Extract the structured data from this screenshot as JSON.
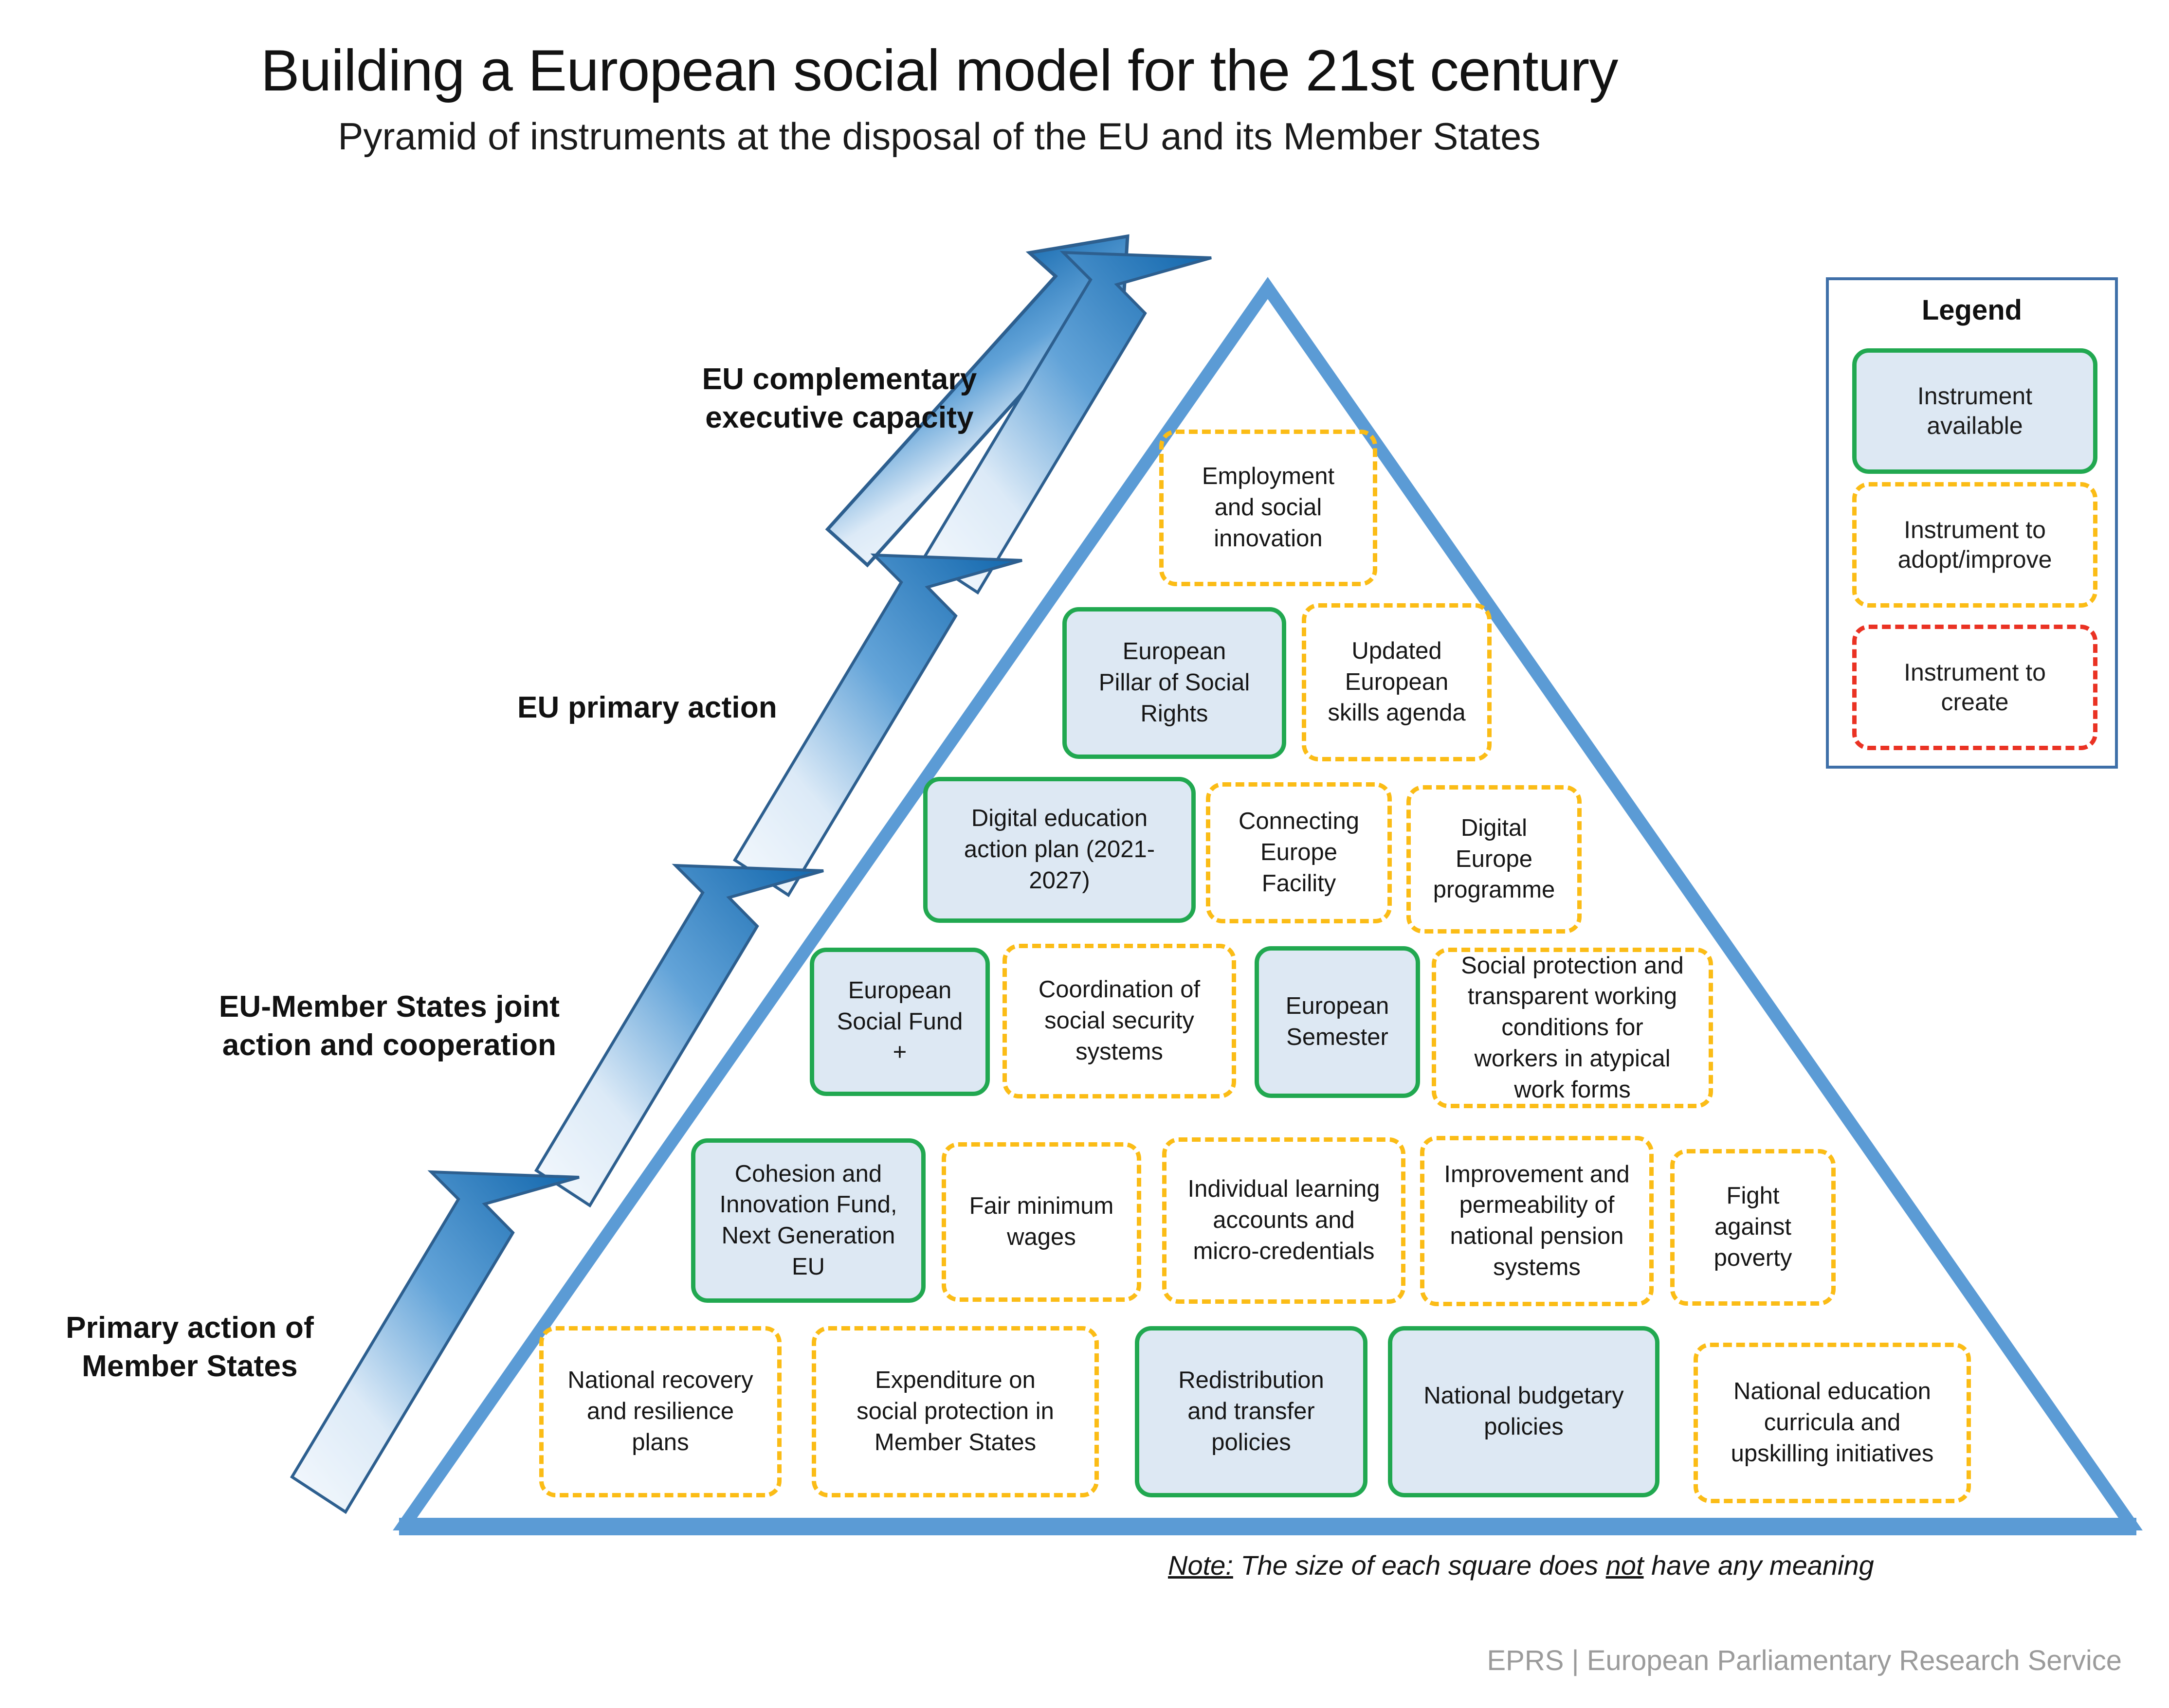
{
  "header": {
    "title": "Building a European social model for the 21st century",
    "subtitle": "Pyramid of instruments at the disposal of the EU and its Member States"
  },
  "sections": [
    {
      "id": "eu-complementary-executive-capacity",
      "label": "EU complementary\nexecutive capacity"
    },
    {
      "id": "eu-primary-action",
      "label": "EU primary action"
    },
    {
      "id": "eu-member-states-joint-action",
      "label": "EU-Member States joint\naction and cooperation"
    },
    {
      "id": "primary-action-member-states",
      "label": "Primary action of\nMember States"
    }
  ],
  "section_labels": {
    "exec_line1": "EU complementary",
    "exec_line2": "executive capacity",
    "primary": "EU primary action",
    "joint_line1": "EU-Member States joint",
    "joint_line2": "action and cooperation",
    "ms_line1": "Primary action of",
    "ms_line2": "Member States"
  },
  "legend": {
    "title": "Legend",
    "items": [
      {
        "status": "available",
        "label": "Instrument\navailable",
        "color": "#21a850"
      },
      {
        "status": "adopt",
        "label": "Instrument to\nadopt/improve",
        "color": "#fbbc16"
      },
      {
        "status": "create",
        "label": "Instrument to\ncreate",
        "color": "#ea3223"
      }
    ],
    "available_label": "Instrument available",
    "adopt_label": "Instrument to adopt/improve",
    "create_label": "Instrument to create"
  },
  "rows": [
    {
      "tier": "EU complementary executive capacity",
      "boxes": [
        {
          "label": "Employment and social innovation",
          "status": "adopt"
        }
      ]
    },
    {
      "tier": "EU primary action",
      "boxes": [
        {
          "label": "European Pillar of Social Rights",
          "status": "available"
        },
        {
          "label": "Updated European skills agenda",
          "status": "adopt"
        }
      ]
    },
    {
      "tier": "EU primary action",
      "boxes": [
        {
          "label": "Digital education action plan (2021-2027)",
          "status": "available"
        },
        {
          "label": "Connecting Europe Facility",
          "status": "adopt"
        },
        {
          "label": "Digital Europe programme",
          "status": "adopt"
        }
      ]
    },
    {
      "tier": "EU-Member States joint action and cooperation",
      "boxes": [
        {
          "label": "European Social Fund +",
          "status": "available"
        },
        {
          "label": "Coordination of social security systems",
          "status": "adopt"
        },
        {
          "label": "European Semester",
          "status": "available"
        },
        {
          "label": "Social protection and transparent working conditions for workers in atypical work forms",
          "status": "adopt"
        }
      ]
    },
    {
      "tier": "EU-Member States joint action and cooperation",
      "boxes": [
        {
          "label": "Cohesion  and Innovation Fund, Next Generation EU",
          "status": "available"
        },
        {
          "label": "Fair minimum wages",
          "status": "adopt"
        },
        {
          "label": "Individual learning accounts and micro-credentials",
          "status": "adopt"
        },
        {
          "label": "Improvement  and permeability of national pension systems",
          "status": "adopt"
        },
        {
          "label": "Fight against poverty",
          "status": "adopt"
        }
      ]
    },
    {
      "tier": "Primary action of Member States",
      "boxes": [
        {
          "label": "National recovery and resilience plans",
          "status": "adopt"
        },
        {
          "label": "Expenditure on social protection in Member States",
          "status": "adopt"
        },
        {
          "label": "Redistribution and transfer policies",
          "status": "available"
        },
        {
          "label": "National budgetary policies",
          "status": "available"
        },
        {
          "label": "National education curricula and upskilling initiatives",
          "status": "adopt"
        }
      ]
    }
  ],
  "boxes_flat": {
    "b00": "Employment\nand social\ninnovation",
    "b10": "European\nPillar of Social\nRights",
    "b11": "Updated\nEuropean\nskills agenda",
    "b20": "Digital education\naction plan (2021-\n2027)",
    "b21": "Connecting\nEurope\nFacility",
    "b22": "Digital\nEurope\nprogramme",
    "b30": "European\nSocial Fund\n+",
    "b31": "Coordination of\nsocial security\nsystems",
    "b32": "European\nSemester",
    "b33": "Social protection and\ntransparent working\nconditions for\nworkers in atypical\nwork forms",
    "b40": "Cohesion  and\nInnovation Fund,\nNext Generation\nEU",
    "b41": "Fair minimum\nwages",
    "b42": "Individual learning\naccounts and\nmicro-credentials",
    "b43": "Improvement  and\npermeability of\nnational pension\nsystems",
    "b44": "Fight\nagainst\npoverty",
    "b50": "National recovery\nand resilience\nplans",
    "b51": "Expenditure on\nsocial protection in\nMember States",
    "b52": "Redistribution\nand transfer\npolicies",
    "b53": "National budgetary\npolicies",
    "b54": "National education\ncurricula and\nupskilling initiatives"
  },
  "note": {
    "prefix_underlined": "Note:",
    "text_part1": " The size of each square  does ",
    "emphasis": "not",
    "text_part2": " have any meaning",
    "full": "Note: The size of each square  does not have any meaning"
  },
  "footer": {
    "text": "EPRS | European Parliamentary Research Service"
  },
  "colors": {
    "pyramid_outline": "#5b9bd5",
    "arrow_dark": "#1d6cb0",
    "arrow_light": "#f2f7fc",
    "available_border": "#21a850",
    "available_fill": "#dde8f3",
    "adopt_border": "#fbbc16",
    "create_border": "#ea3223",
    "legend_border": "#3e6fa8",
    "footer_text": "#9b9b9b"
  }
}
